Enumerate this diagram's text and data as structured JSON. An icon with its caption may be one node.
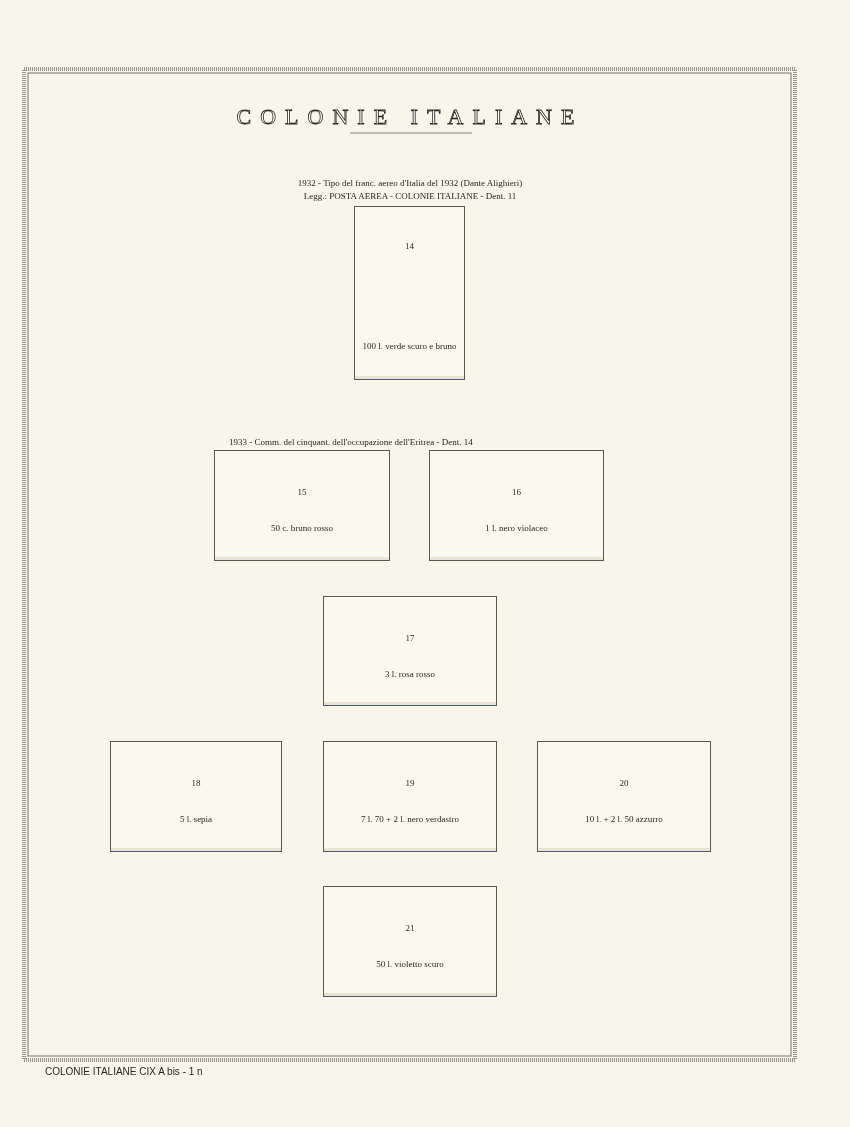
{
  "diagram": {
    "title": "COLONIE ITALIANE",
    "nodes": [
      {
        "text": [
          "14",
          "100 l. verde scuro e bruno"
        ]
      },
      {
        "text": [
          "15",
          "50 c. bruno rosso"
        ]
      },
      {
        "text": [
          "16",
          "1 l. nero violaceo"
        ]
      },
      {
        "text": [
          "17",
          "3 l. rosa rosso"
        ]
      },
      {
        "text": [
          "18",
          "5 l. sepia"
        ]
      },
      {
        "text": [
          "19",
          "7 l. 70 + 2 l. nero verdastro"
        ]
      },
      {
        "text": [
          "20",
          "10 l. + 2 l. 50 azzurro"
        ]
      },
      {
        "text": [
          "21",
          "50 l. violetto scuro"
        ]
      }
    ],
    "edges": [],
    "labels": [
      "1932 - Tipo del franc. aereo d'Italia del 1932 (Dante Alighieri)",
      "Legg.: POSTA AEREA - COLONIE ITALIANE - Dent. 11",
      "1933 - Comm. del cinquant. dell'occupazione dell'Eritrea - Dent. 14",
      "COLONIE ITALIANE CIX A bis - 1 n"
    ]
  }
}
